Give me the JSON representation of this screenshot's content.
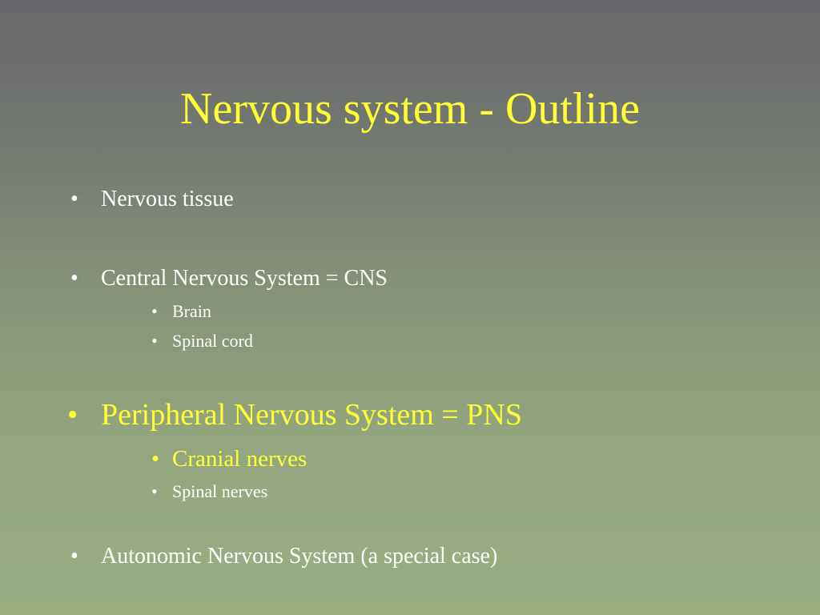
{
  "colors": {
    "title": "#ffff33",
    "text": "#ffffff",
    "highlight": "#ffff33"
  },
  "slide": {
    "title": "Nervous system - Outline",
    "bullet_glyph": "•",
    "items": [
      {
        "text": "Nervous tissue"
      },
      {
        "text": "Central Nervous System = CNS"
      },
      {
        "text": "Brain"
      },
      {
        "text": "Spinal cord"
      },
      {
        "text": "Peripheral Nervous System = PNS"
      },
      {
        "text": "Cranial nerves"
      },
      {
        "text": "Spinal nerves"
      },
      {
        "text": "Autonomic Nervous System (a special case)"
      }
    ]
  }
}
